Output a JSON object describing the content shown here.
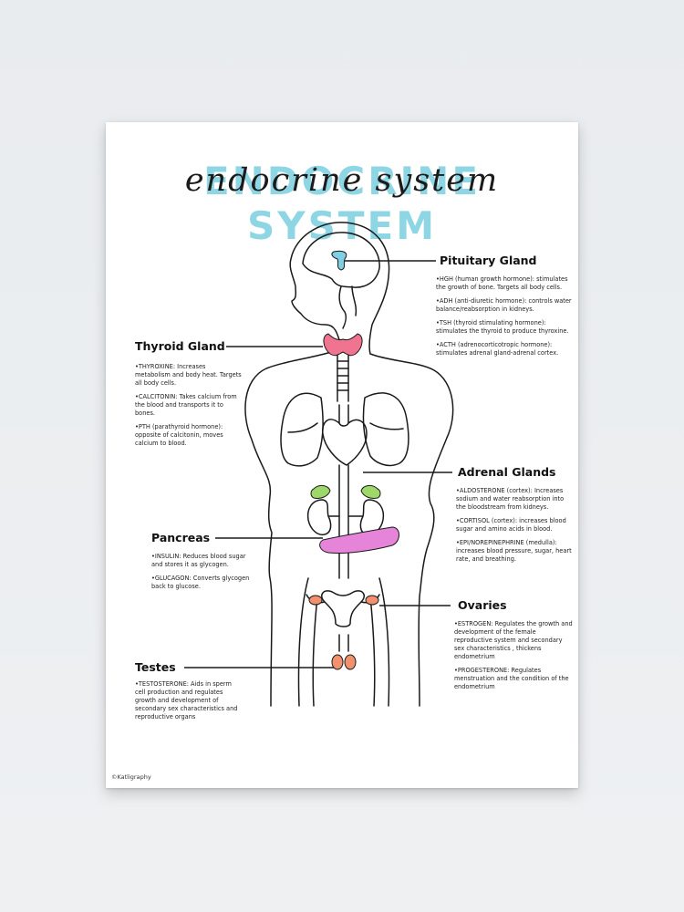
{
  "poster": {
    "title": "ENDOCRINE SYSTEM",
    "title_script": "endocrine system",
    "copyright": "©Katligraphy",
    "colors": {
      "title_highlight": "#8fd6e4",
      "pituitary": "#7fd0e2",
      "thyroid": "#f0748f",
      "adrenal": "#9ed86a",
      "pancreas": "#e584d8",
      "ovaries": "#f2916e",
      "testes": "#f2916e"
    }
  },
  "glands": {
    "pituitary": {
      "title": "Pituitary Gland",
      "notes": [
        "•HGH (human growth hormone): stimulates the growth of bone. Targets all body cells.",
        "•ADH (anti-diuretic hormone): controls water balance/reabsorption in kidneys.",
        "•TSH (thyroid stimulating hormone): stimulates the thyroid to produce thyroxine.",
        "•ACTH (adrenocorticotropic hormone): stimulates adrenal gland-adrenal cortex."
      ]
    },
    "thyroid": {
      "title": "Thyroid Gland",
      "notes": [
        "•THYROXINE: Increases metabolism and body heat. Targets all body cells.",
        "•CALCITONIN: Takes calcium from the blood and transports it to bones.",
        "•PTH (parathyroid hormone): opposite of calcitonin, moves calcium to blood."
      ]
    },
    "adrenal": {
      "title": "Adrenal Glands",
      "notes": [
        "•ALDOSTERONE (cortex): Increases sodium and water reabsorption into the bloodstream from kidneys.",
        "•CORTISOL (cortex): increases blood sugar and amino acids in blood.",
        "•EPI/NOREPINEPHRINE (medulla): increases blood pressure, sugar, heart rate, and breathing."
      ]
    },
    "pancreas": {
      "title": "Pancreas",
      "notes": [
        "•INSULIN: Reduces blood sugar and stores it as glycogen.",
        "•GLUCAGON: Converts glycogen back to glucose."
      ]
    },
    "ovaries": {
      "title": "Ovaries",
      "notes": [
        "•ESTROGEN: Regulates the growth and development of the female reproductive system and secondary sex characteristics , thickens endometrium",
        "•PROGESTERONE: Regulates menstruation and the condition of the endometrium"
      ]
    },
    "testes": {
      "title": "Testes",
      "notes": [
        "•TESTOSTERONE: Aids in sperm cell production and regulates growth and development of secondary sex characteristics and reproductive organs"
      ]
    }
  }
}
